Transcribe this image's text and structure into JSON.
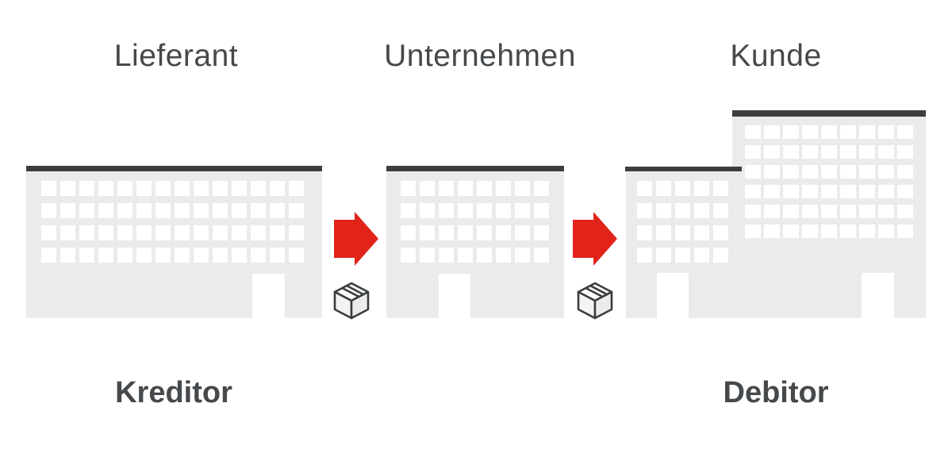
{
  "title_row": {
    "supplier": "Lieferant",
    "company": "Unternehmen",
    "customer": "Kunde"
  },
  "role_row": {
    "creditor": "Kreditor",
    "debtor": "Debitor"
  },
  "flows": [
    {
      "from": "Lieferant",
      "to": "Unternehmen",
      "arrow_icon": "arrow-right-icon",
      "goods_icon": "package-icon"
    },
    {
      "from": "Unternehmen",
      "to": "Kunde",
      "arrow_icon": "arrow-right-icon",
      "goods_icon": "package-icon"
    }
  ],
  "colors": {
    "arrow_red": "#e2231a",
    "building_gray": "#ebebeb",
    "roof_dark": "#3c3f41",
    "label_text": "#45494c"
  }
}
